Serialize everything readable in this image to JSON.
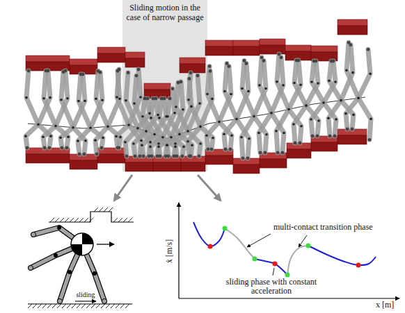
{
  "diagram": {
    "nodes": [
      {
        "text": [
          "Sliding motion in the case of narrow passage"
        ]
      }
    ],
    "labels": [
      "multi-contact transition phase",
      "ẋ [m/s]",
      "sliding",
      "sliding phase with constant acceleration",
      "x [m]"
    ]
  }
}
